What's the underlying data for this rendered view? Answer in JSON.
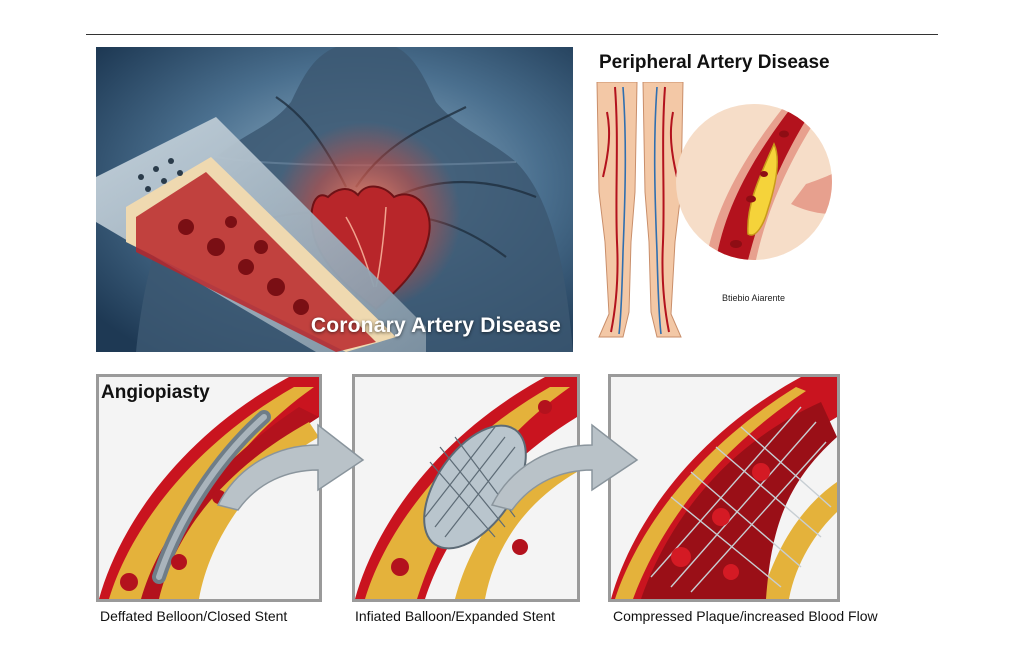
{
  "coronary": {
    "label": "Coronary Artery Disease"
  },
  "peripheral": {
    "title": "Peripheral Artery Disease",
    "caption": "Btiebio Aiarente"
  },
  "angioplasty": {
    "title": "Angiopiasty",
    "stages": [
      {
        "caption": "Deffated Belloon/Closed Stent"
      },
      {
        "caption": "Infiated Balloon/Expanded Stent"
      },
      {
        "caption": "Compressed Plaque/increased Blood Flow"
      }
    ]
  },
  "colors": {
    "artery_red": "#b3121d",
    "plaque_yellow": "#e0b23a",
    "background_blue": "#2a4a6a",
    "arrow_gray": "#b9c2c8"
  },
  "icons": [
    "heart-illustration",
    "leg-arteries-illustration",
    "plaque-zoom-illustration",
    "stent-illustration",
    "arrow-icon"
  ]
}
